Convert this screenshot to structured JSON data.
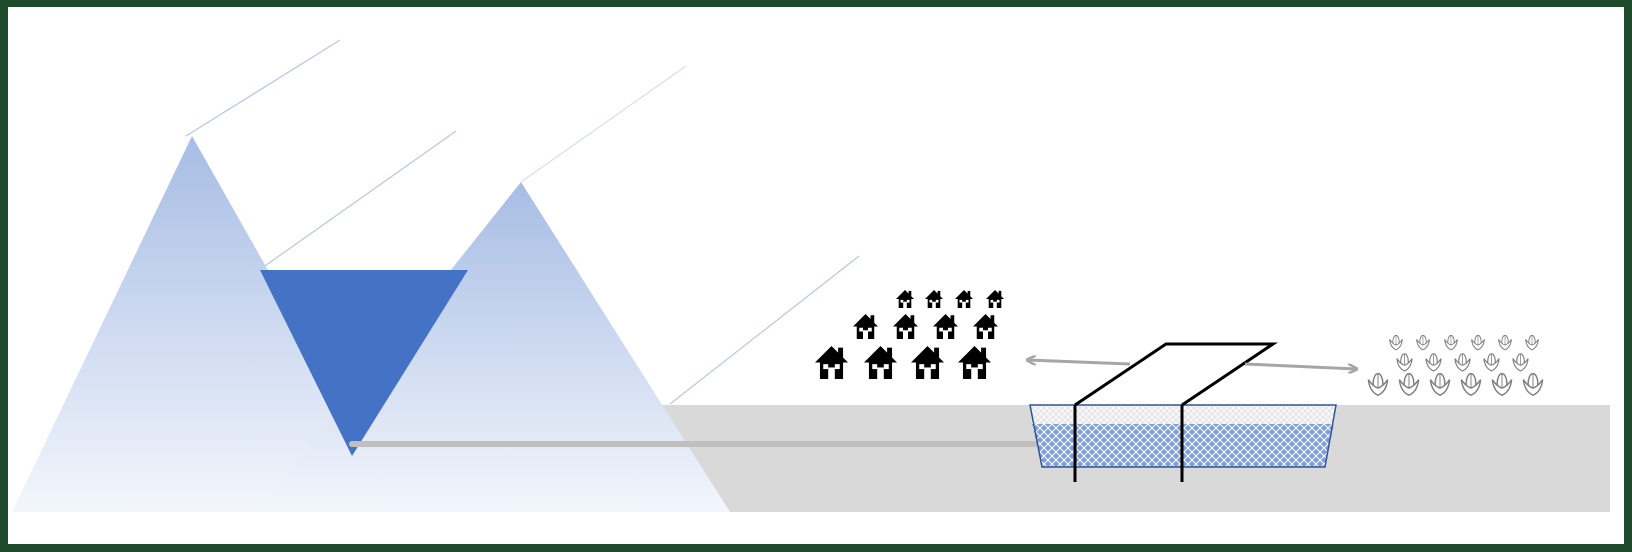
{
  "colors": {
    "frame": "#1f4a2c",
    "mountain_top": "#a7bde4",
    "mountain_bottom": "#f3f6fc",
    "water": "#4472c4",
    "ground": "#d9d9d9",
    "pipe": "#bfbfbf",
    "arrow": "#a6a6a6",
    "ray": "#b4c7e7",
    "structure": "#000000",
    "aquifer_fill": "#7f9fd9",
    "aquifer_upper": "#e6e6e6",
    "crop_outline": "#7f7f7f"
  },
  "icons": {
    "settlement": "house-icon",
    "farmland": "corn-icon"
  },
  "diagram": {
    "elements": [
      "mountains",
      "reservoir",
      "sunlight-rays",
      "pipeline",
      "ground",
      "aquifer-storage",
      "well-structure",
      "houses",
      "crops",
      "distribution-arrows"
    ]
  }
}
